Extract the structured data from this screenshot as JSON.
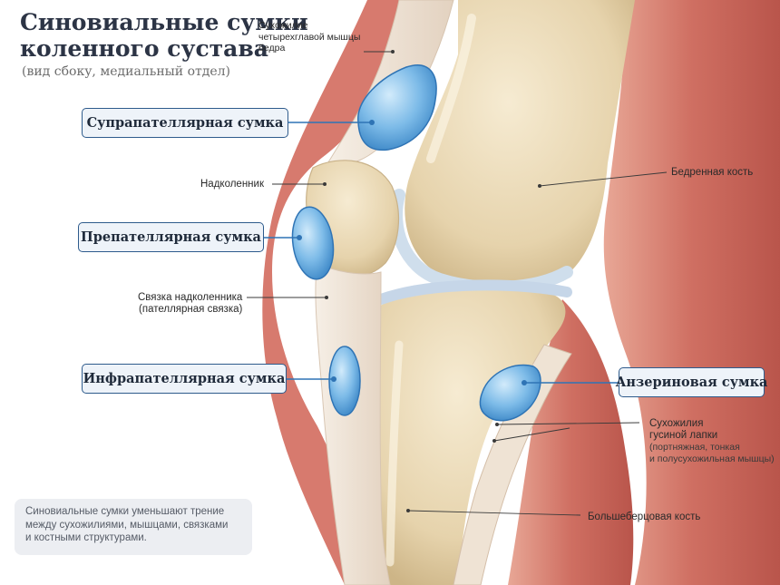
{
  "title": {
    "line1": "Синовиальные сумки",
    "line2": "коленного сустава"
  },
  "subtitle": "(вид сбоку, медиальный отдел)",
  "bursae": {
    "suprapatellar": "Супрапателлярная сумка",
    "prepatellar": "Препателлярная сумка",
    "infrapatellar": "Инфрапателлярная сумка",
    "anserine": "Анзериновая сумка"
  },
  "labels": {
    "quadriceps_tendon": [
      "Сухожилие",
      "четырехглавой мышцы",
      "бедра"
    ],
    "patella": "Надколенник",
    "femur": "Бедренная кость",
    "patellar_ligament": [
      "Связка надколенника",
      "(пателлярная связка)"
    ],
    "pes_anserinus": {
      "lines": [
        "Сухожилия",
        "гусиной лапки"
      ],
      "note": [
        "(портняжная, тонкая",
        "и полусухожильная мышцы)"
      ]
    },
    "tibia": "Большеберцовая кость"
  },
  "info": [
    "Синовиальные сумки уменьшают трение",
    "между сухожилиями, мышцами, связками",
    "и костными структурами."
  ],
  "colors": {
    "bursa_fill": "#6fb1e3",
    "bursa_stroke": "#2f74b5",
    "bone": "#ead9b4",
    "muscle": "#cd6e63",
    "tendon": "#f1e6da",
    "cartilage": "#d5e2ee",
    "label_border": "#2e5b8c"
  }
}
